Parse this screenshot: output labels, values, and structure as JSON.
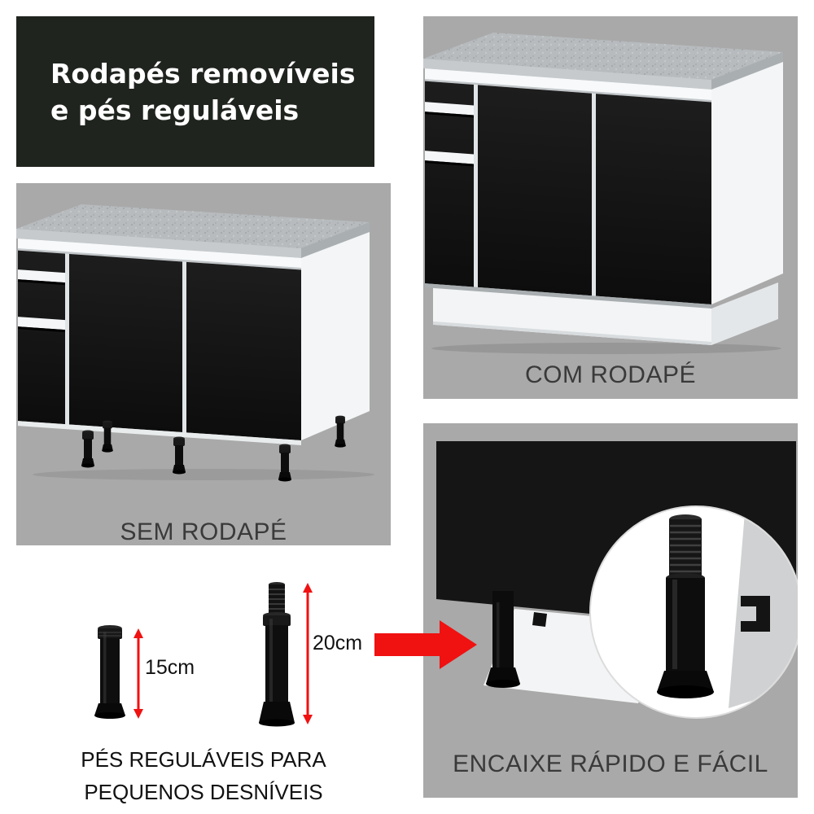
{
  "banner": {
    "line1": "Rodapés removíveis",
    "line2": "e pés reguláveis"
  },
  "panels": {
    "com_rodape": {
      "label": "COM RODAPÉ"
    },
    "sem_rodape": {
      "label": "SEM RODAPÉ"
    },
    "encaixe": {
      "label": "ENCAIXE RÁPIDO E FÁCIL"
    }
  },
  "feet": {
    "small_height": "15cm",
    "large_height": "20cm",
    "caption_line1": "PÉS REGULÁVEIS PARA",
    "caption_line2": "PEQUENOS DESNÍVEIS"
  },
  "icons": {
    "arrow_right": "red-arrow-right"
  },
  "colors": {
    "banner_bg": "#20241f",
    "banner_text": "#ffffff",
    "panel_bg": "#a9a9a9",
    "accent_red": "#f01111",
    "cabinet_black": "#141414",
    "counter_gray": "#b7bbbe",
    "label_text": "#3a3a3a",
    "caption_text": "#111111"
  }
}
